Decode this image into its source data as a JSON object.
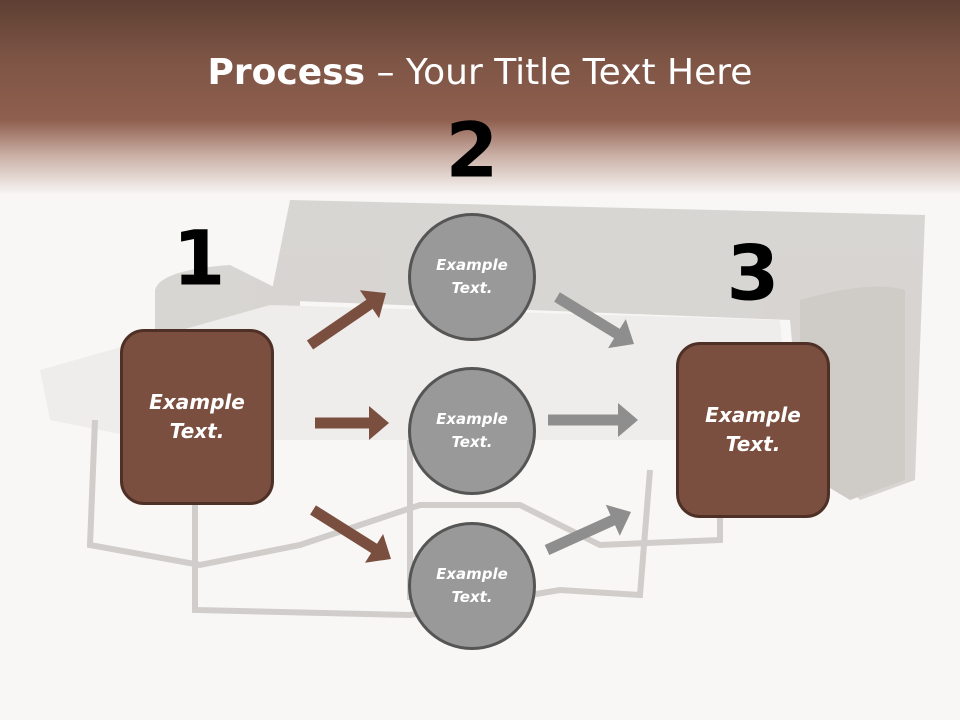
{
  "title": {
    "bold": "Process",
    "rest": " – Your Title Text Here"
  },
  "steps": [
    "1",
    "2",
    "3"
  ],
  "left_box": {
    "line1": "Example",
    "line2": "Text."
  },
  "circles": [
    {
      "line1": "Example",
      "line2": "Text."
    },
    {
      "line1": "Example",
      "line2": "Text."
    },
    {
      "line1": "Example",
      "line2": "Text."
    }
  ],
  "right_box": {
    "line1": "Example",
    "line2": "Text."
  },
  "colors": {
    "brown": "#7b4f40",
    "gray": "#999999",
    "header": "#8f5f4f"
  }
}
